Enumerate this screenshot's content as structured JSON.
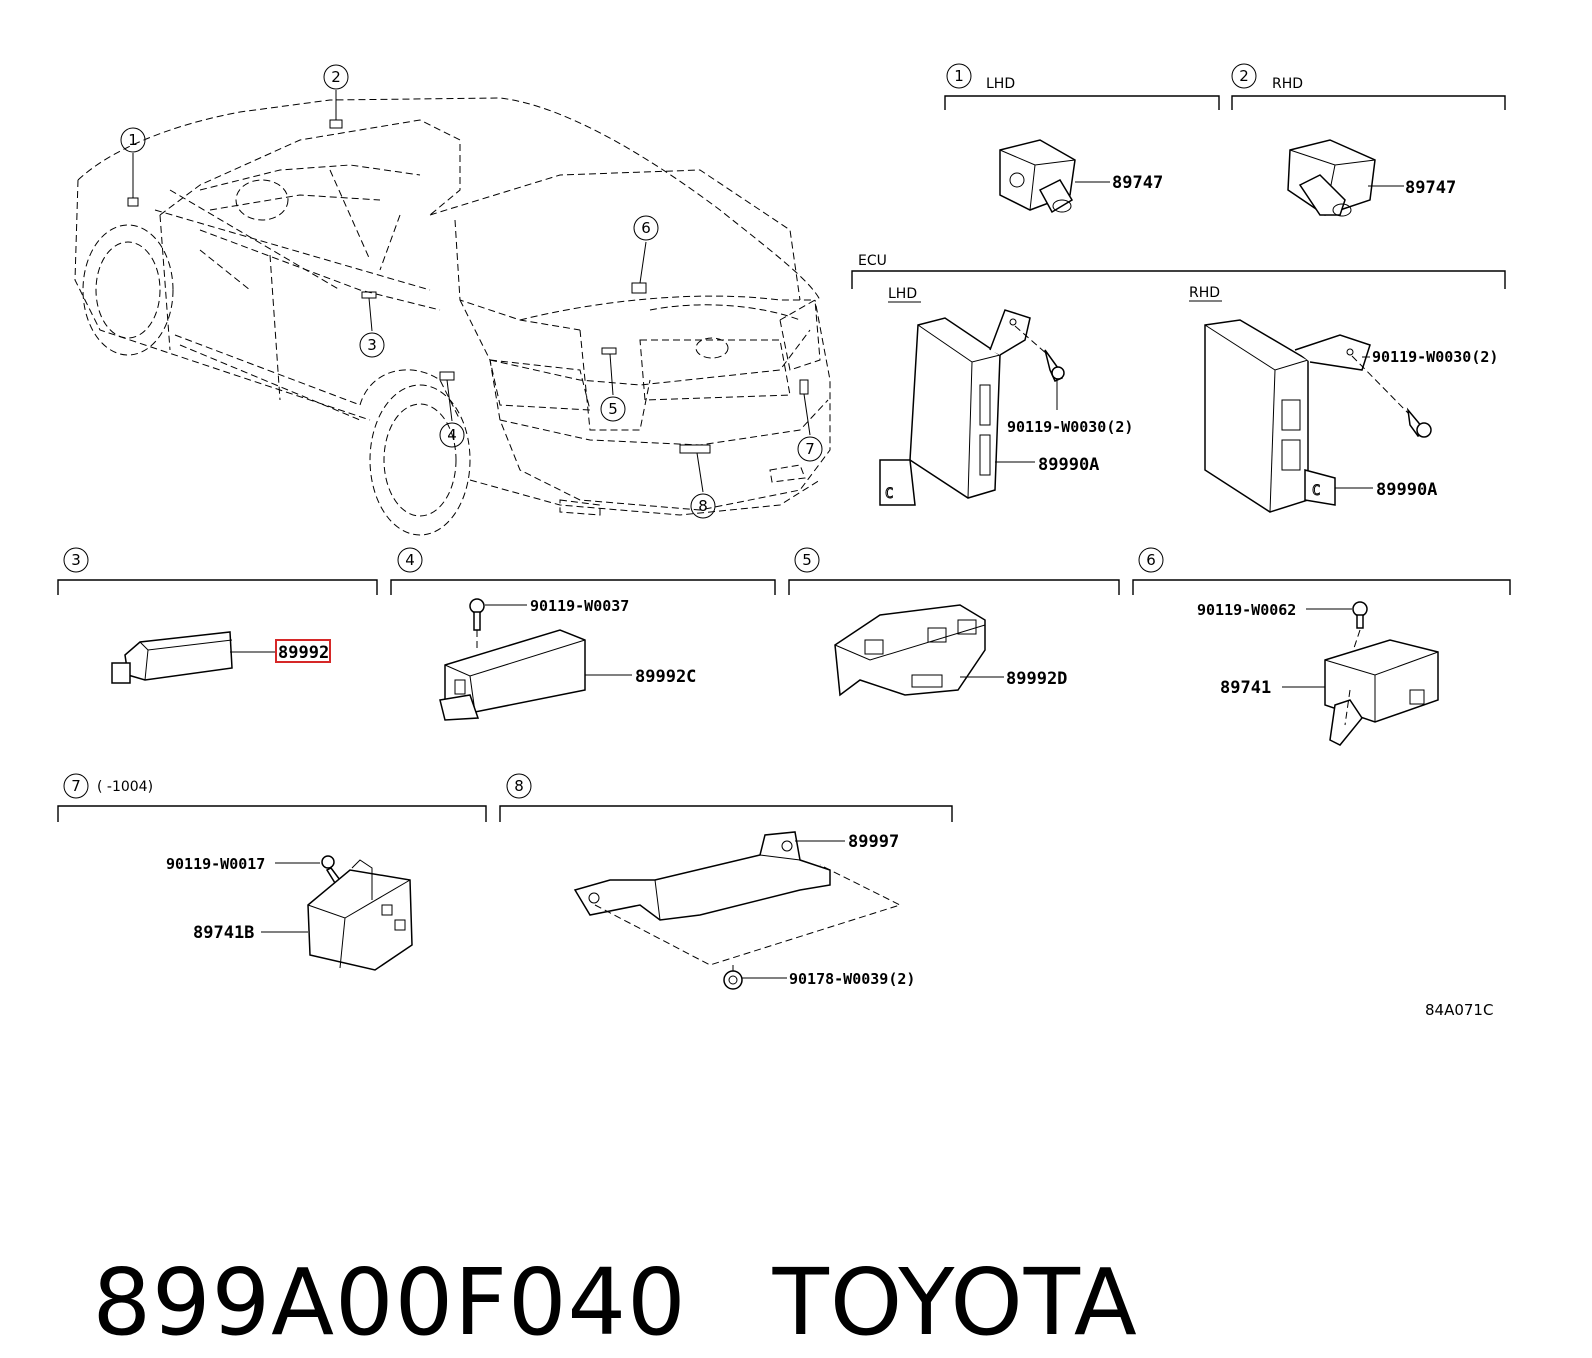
{
  "callouts": {
    "c1": "1",
    "c2": "2",
    "c3": "3",
    "c4": "4",
    "c5": "5",
    "c6": "6",
    "c7": "7",
    "c8": "8"
  },
  "groups": {
    "g1_label": "LHD",
    "g2_label": "RHD",
    "ecu_label": "ECU",
    "ecu_lhd": "LHD",
    "ecu_rhd": "RHD",
    "g7_range": "(      -1004)"
  },
  "parts": {
    "p89747_lhd": "89747",
    "p89747_rhd": "89747",
    "bolt_lhd": "90119-W0030(2)",
    "ecu_lhd": "89990A",
    "bolt_rhd": "90119-W0030(2)",
    "ecu_rhd": "89990A",
    "p89992": "89992",
    "bolt_c": "90119-W0037",
    "p89992c": "89992C",
    "p89992d": "89992D",
    "bolt_6": "90119-W0062",
    "p89741": "89741",
    "bolt_7": "90119-W0017",
    "p89741b": "89741B",
    "p89997": "89997",
    "nut_8": "90178-W0039(2)"
  },
  "figure_code": "84A071C",
  "footer": {
    "part_number": "899A00F040",
    "brand": "TOYOTA"
  },
  "colors": {
    "highlight": "#d62828",
    "ink": "#000000"
  }
}
